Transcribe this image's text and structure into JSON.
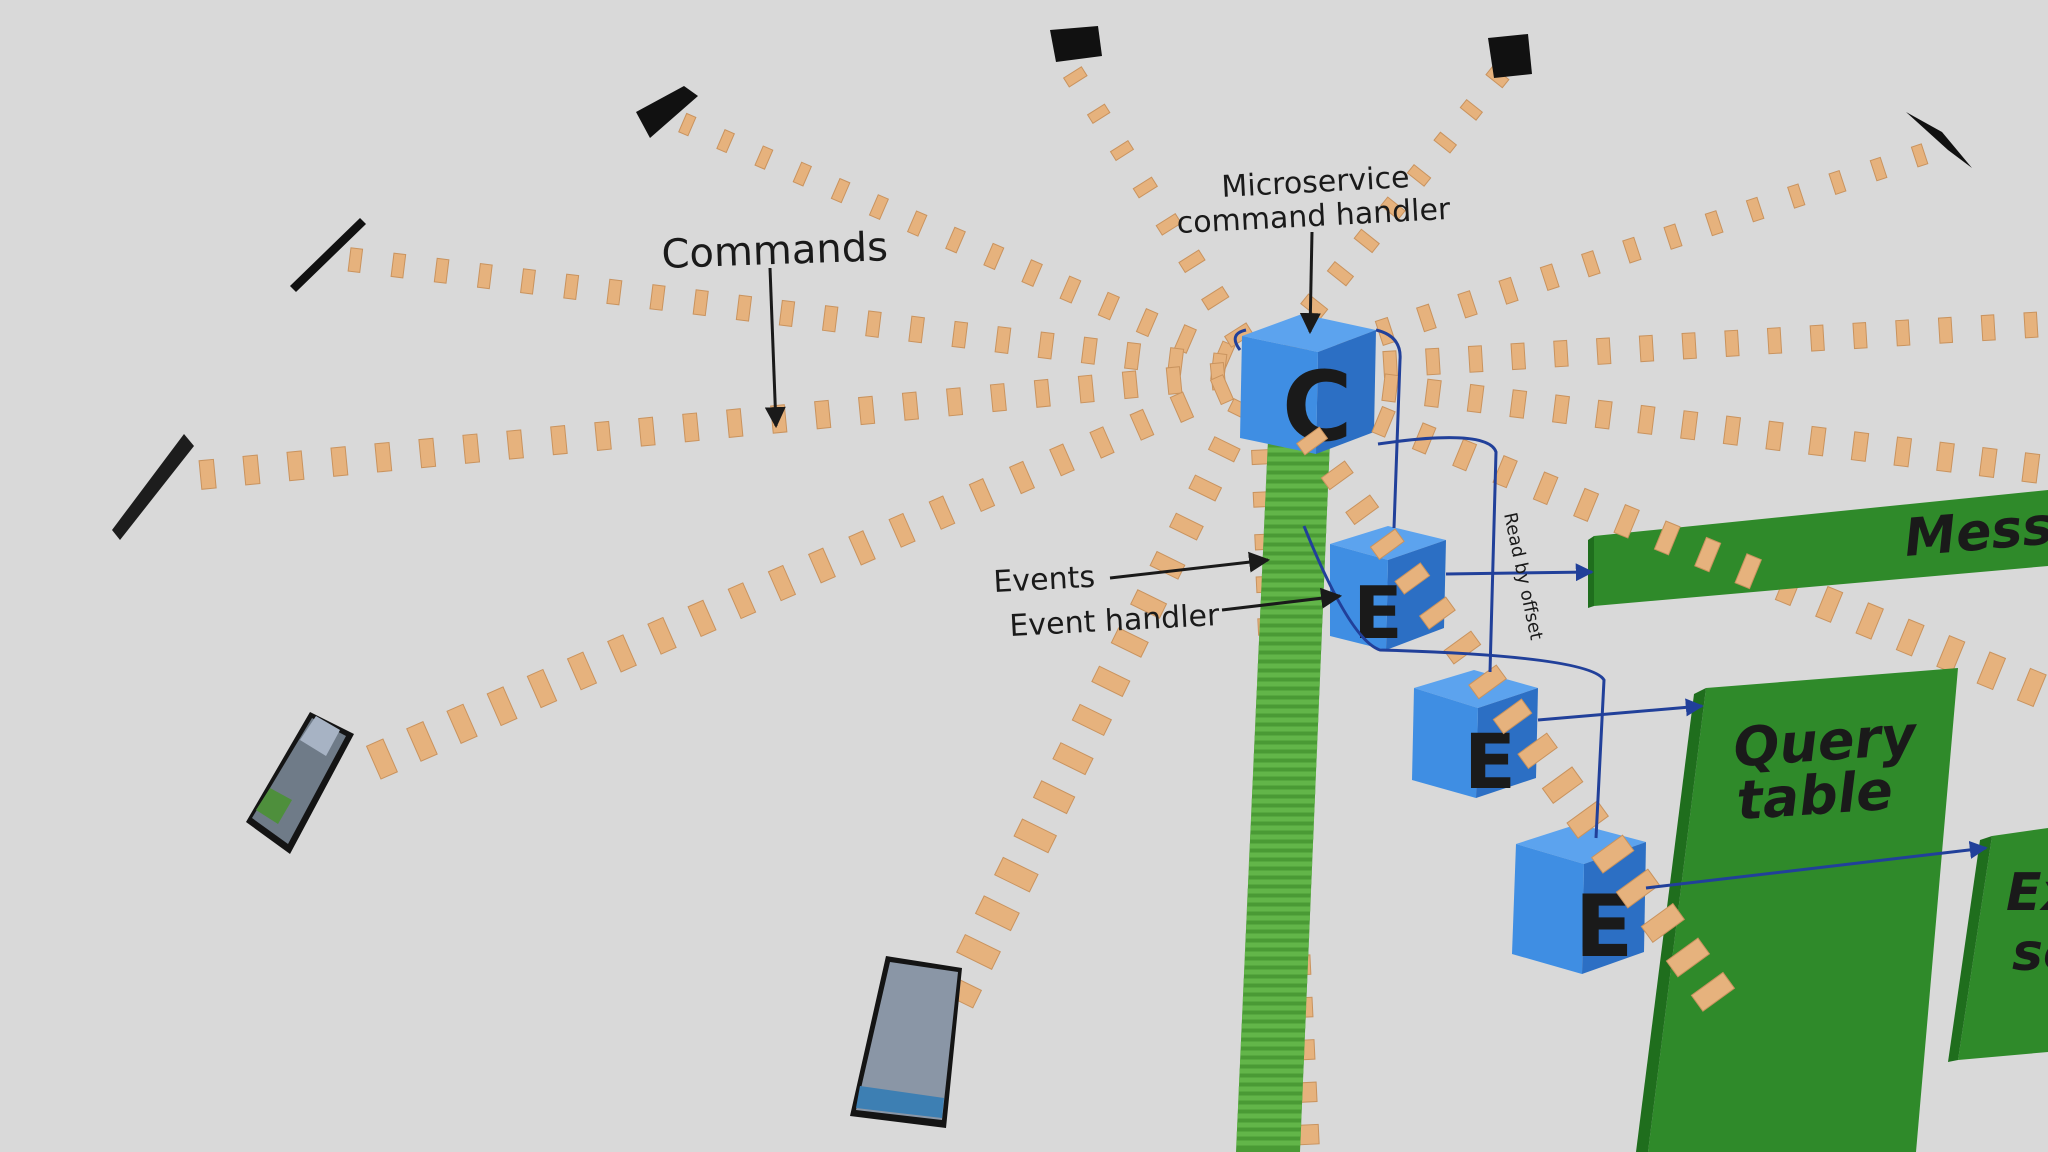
{
  "labels": {
    "commands": "Commands",
    "microservice_line1": "Microservice",
    "microservice_line2": "command handler",
    "events": "Events",
    "event_handler": "Event handler",
    "read_by_offset": "Read by offset"
  },
  "handlers": {
    "command": "C",
    "event": "E"
  },
  "targets": {
    "message": "Messa",
    "query_line1": "Query",
    "query_line2": "table",
    "external_line1": "Ex",
    "external_line2": "se"
  },
  "colors": {
    "background": "#d9d9d9",
    "plank": "#e6b27d",
    "plank_shadow": "#c9935e",
    "cube_front": "#3f8ee3",
    "cube_top": "#5ca3ee",
    "cube_side": "#2c6fc4",
    "event_stream": "#62b549",
    "green_panel": "#2f8a2a",
    "green_panel_dark": "#1f6e1d",
    "arrow_blue": "#21409a",
    "annotation": "#1a1a1a"
  }
}
